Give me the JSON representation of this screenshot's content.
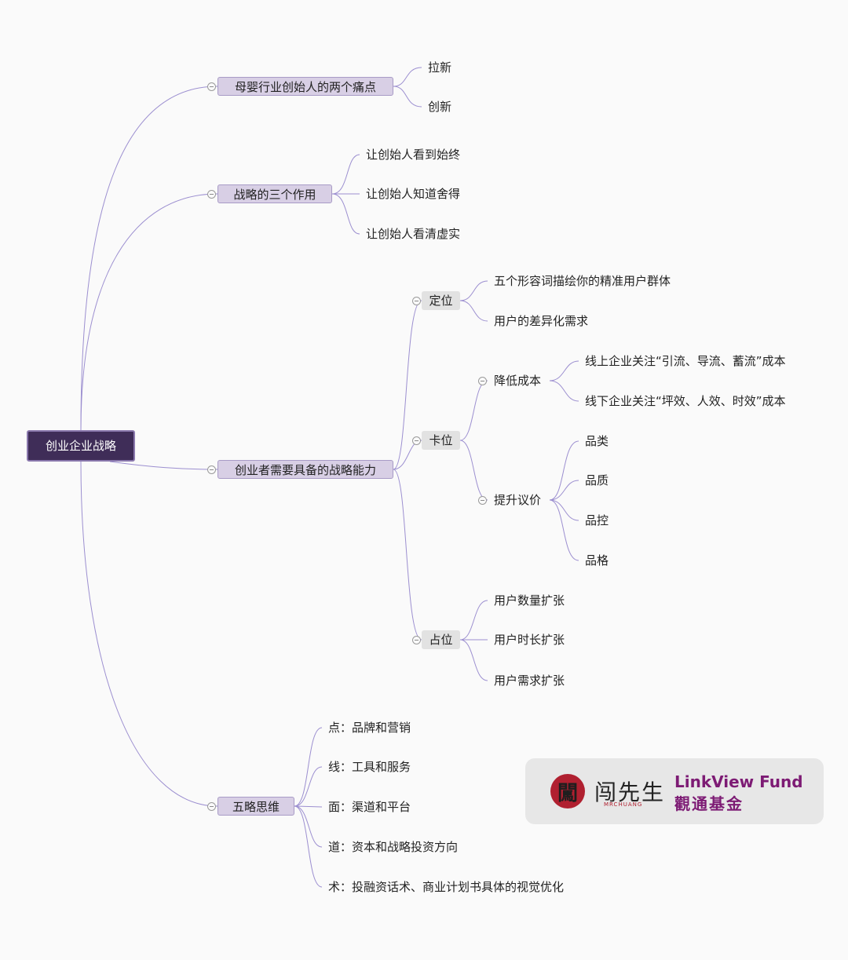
{
  "mindmap": {
    "root": "创业企业战略",
    "branch1": {
      "label": "母婴行业创始人的两个痛点",
      "children": [
        "拉新",
        "创新"
      ]
    },
    "branch2": {
      "label": "战略的三个作用",
      "children": [
        "让创始人看到始终",
        "让创始人知道舍得",
        "让创始人看清虚实"
      ]
    },
    "branch3": {
      "label": "创业者需要具备的战略能力",
      "dingwei": {
        "label": "定位",
        "children": [
          "五个形容词描绘你的精准用户群体",
          "用户的差异化需求"
        ]
      },
      "kawei": {
        "label": "卡位",
        "jiangdi": {
          "label": "降低成本",
          "children": [
            "线上企业关注“引流、导流、蓄流”成本",
            "线下企业关注“坪效、人效、时效”成本"
          ]
        },
        "tisheng": {
          "label": "提升议价",
          "children": [
            "品类",
            "品质",
            "品控",
            "品格"
          ]
        }
      },
      "zhanwei": {
        "label": "占位",
        "children": [
          "用户数量扩张",
          "用户时长扩张",
          "用户需求扩张"
        ]
      }
    },
    "branch4": {
      "label": "五略思维",
      "children": [
        "点：品牌和营销",
        "线：工具和服务",
        "面：渠道和平台",
        "道：资本和战略投资方向",
        "术：投融资话术、商业计划书具体的视觉优化"
      ]
    }
  },
  "logo": {
    "seal_char": "闖",
    "brand_cn": "闯先生",
    "brand_sub": "MRCHUANG",
    "fund_en": "LinkView Fund",
    "fund_cn": "觀通基金"
  },
  "colors": {
    "line": "#9c8fd0",
    "root_bg": "#3f2d58",
    "box_bg": "#d8cfe5",
    "fund": "#7d1b74"
  }
}
